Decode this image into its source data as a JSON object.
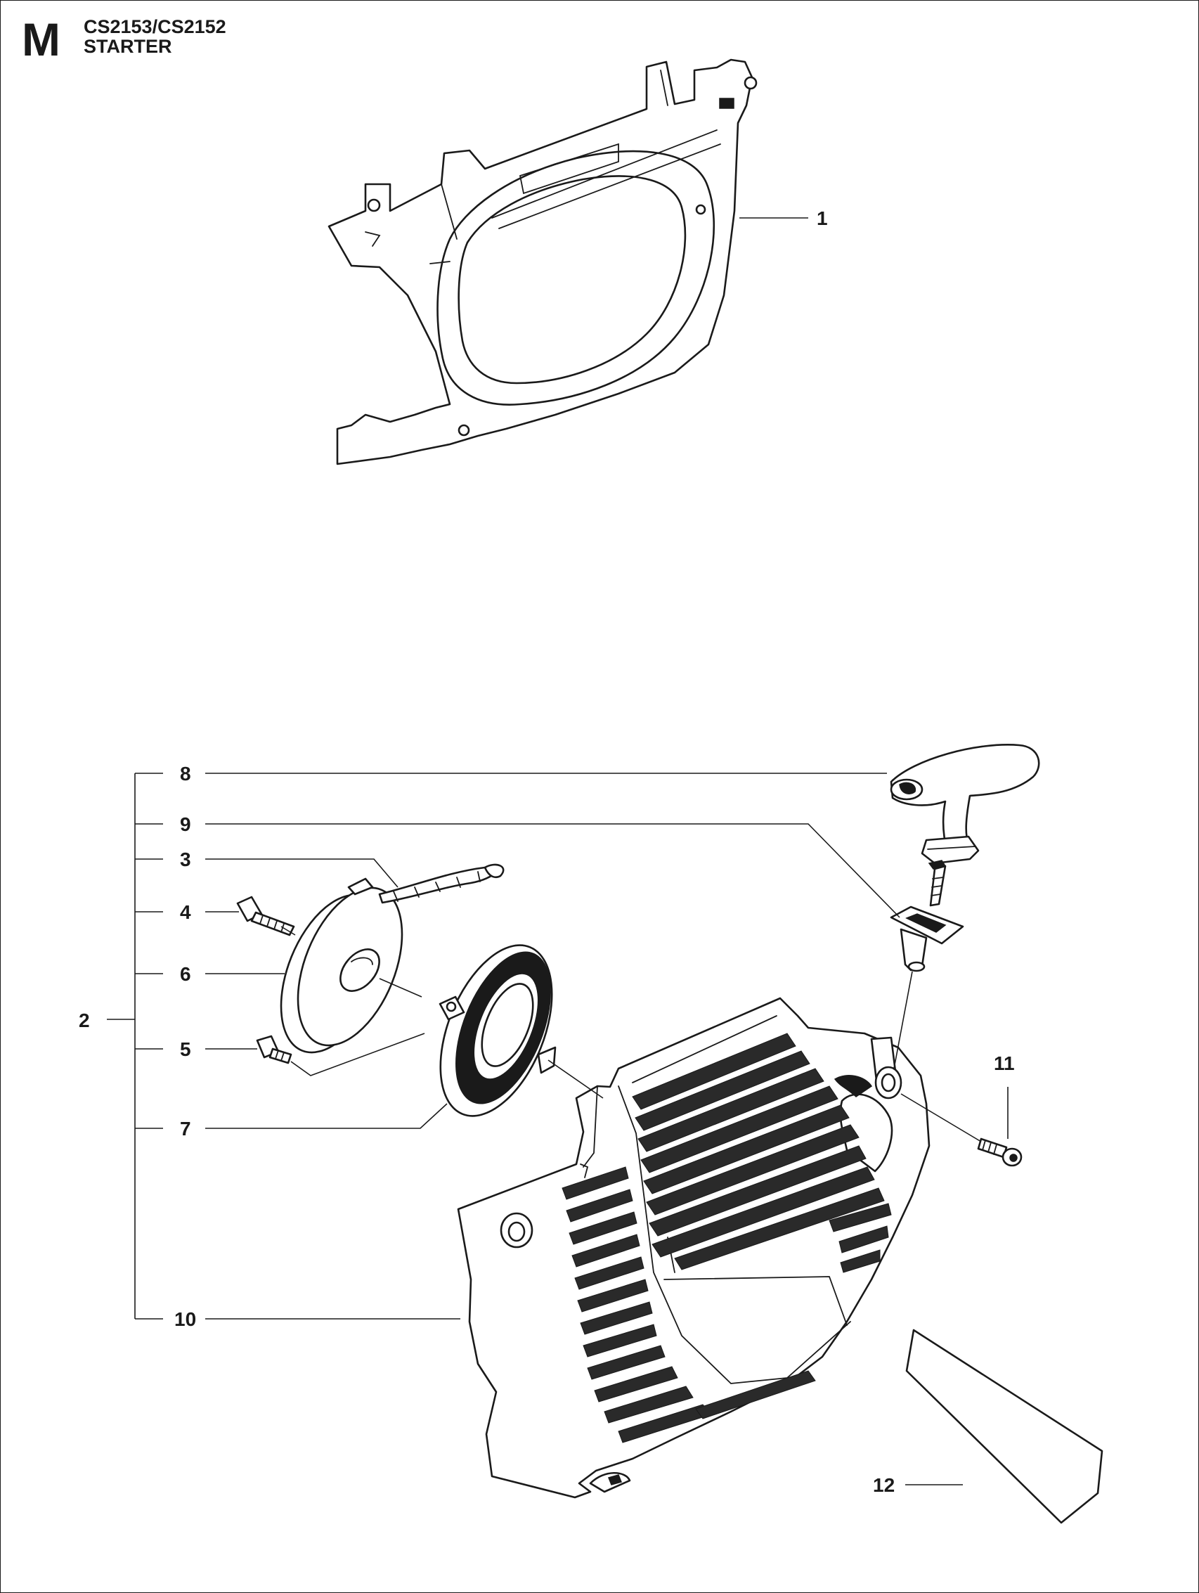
{
  "header": {
    "section_letter": "M",
    "model": "CS2153/CS2152",
    "title": "STARTER"
  },
  "callouts": [
    {
      "id": "1"
    },
    {
      "id": "2"
    },
    {
      "id": "3"
    },
    {
      "id": "4"
    },
    {
      "id": "5"
    },
    {
      "id": "6"
    },
    {
      "id": "7"
    },
    {
      "id": "8"
    },
    {
      "id": "9"
    },
    {
      "id": "10"
    },
    {
      "id": "11"
    },
    {
      "id": "12"
    }
  ],
  "colors": {
    "ink": "#1a1a1a",
    "paper": "#ffffff"
  }
}
